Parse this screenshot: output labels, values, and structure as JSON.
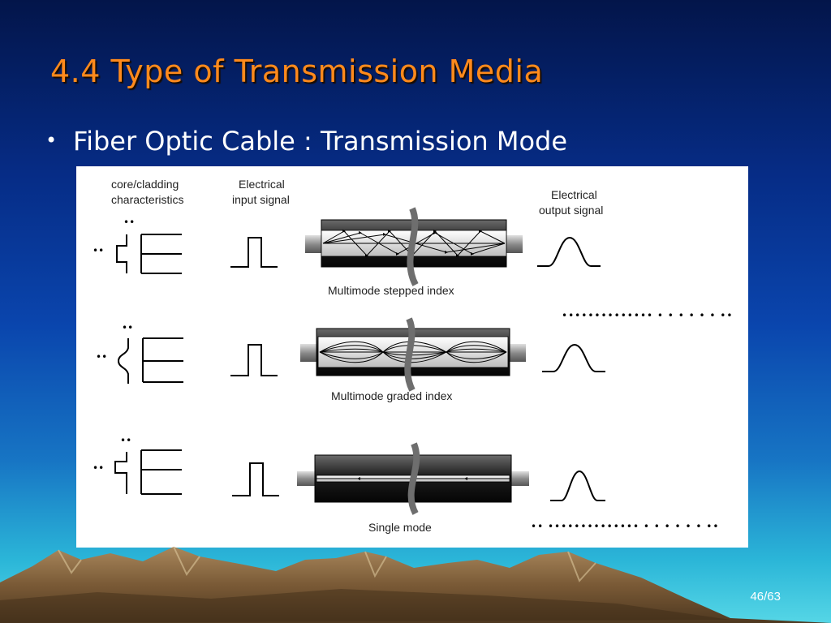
{
  "slide": {
    "title": "4.4 Type of Transmission Media",
    "bullet": "Fiber Optic Cable : Transmission Mode",
    "page_number": "46/63"
  },
  "figure": {
    "header_core_cladding_1": "core/cladding",
    "header_core_cladding_2": "characteristics",
    "header_input_1": "Electrical",
    "header_input_2": "input signal",
    "header_output_1": "Electrical",
    "header_output_2": "output signal",
    "rows": [
      {
        "label": "Multimode stepped index"
      },
      {
        "label": "Multimode graded index"
      },
      {
        "label": "Single mode"
      }
    ]
  },
  "colors": {
    "title": "#ff8a1c",
    "text": "#ffffff",
    "figure_background": "#ffffff"
  }
}
